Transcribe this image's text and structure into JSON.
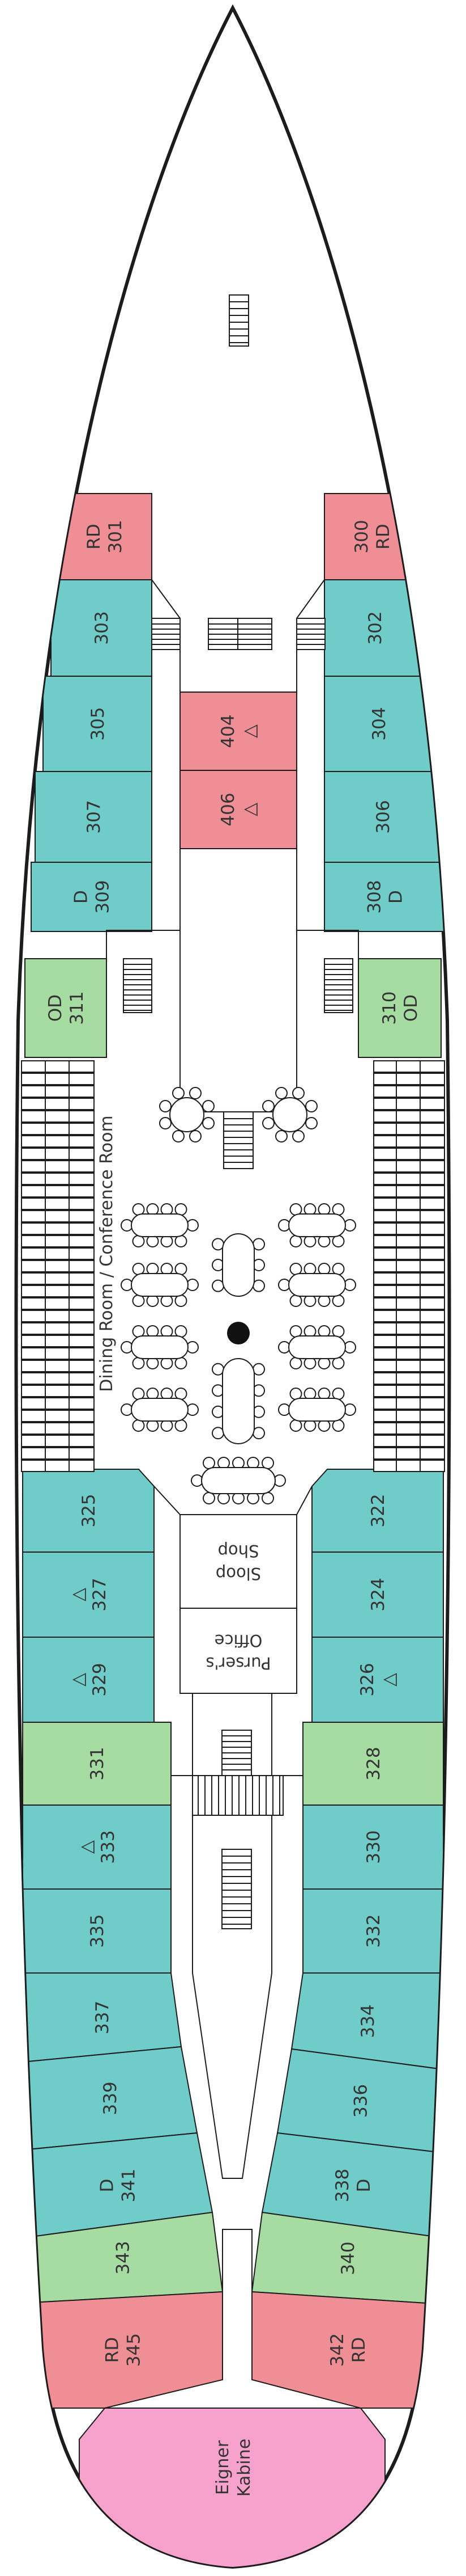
{
  "colors": {
    "teal": "#70ccc9",
    "red": "#ef8f95",
    "green": "#a6dba1",
    "pink": "#f7a1cd",
    "outline": "#1c1c1c",
    "fixture": "#ffffff"
  },
  "cabins": [
    {
      "id": "301",
      "lines": [
        "RD",
        "301"
      ],
      "color": "red"
    },
    {
      "id": "303",
      "lines": [
        "303"
      ],
      "color": "teal"
    },
    {
      "id": "305",
      "lines": [
        "305"
      ],
      "color": "teal"
    },
    {
      "id": "307",
      "lines": [
        "307"
      ],
      "color": "teal"
    },
    {
      "id": "309",
      "lines": [
        "D",
        "309"
      ],
      "color": "teal"
    },
    {
      "id": "311",
      "lines": [
        "OD",
        "311"
      ],
      "color": "green"
    },
    {
      "id": "300",
      "lines": [
        "300",
        "RD"
      ],
      "color": "red"
    },
    {
      "id": "302",
      "lines": [
        "302"
      ],
      "color": "teal"
    },
    {
      "id": "304",
      "lines": [
        "304"
      ],
      "color": "teal"
    },
    {
      "id": "306",
      "lines": [
        "306"
      ],
      "color": "teal"
    },
    {
      "id": "308",
      "lines": [
        "308",
        "D"
      ],
      "color": "teal"
    },
    {
      "id": "310",
      "lines": [
        "310",
        "OD"
      ],
      "color": "green"
    },
    {
      "id": "404",
      "lines": [
        "404",
        "△"
      ],
      "color": "red"
    },
    {
      "id": "406",
      "lines": [
        "406",
        "△"
      ],
      "color": "red"
    },
    {
      "id": "325",
      "lines": [
        "325"
      ],
      "color": "teal"
    },
    {
      "id": "327",
      "lines": [
        "△",
        "327"
      ],
      "color": "teal"
    },
    {
      "id": "329",
      "lines": [
        "△",
        "329"
      ],
      "color": "teal"
    },
    {
      "id": "331",
      "lines": [
        "331"
      ],
      "color": "green"
    },
    {
      "id": "333",
      "lines": [
        "△",
        "333"
      ],
      "color": "teal"
    },
    {
      "id": "335",
      "lines": [
        "335"
      ],
      "color": "teal"
    },
    {
      "id": "337",
      "lines": [
        "337"
      ],
      "color": "teal"
    },
    {
      "id": "339",
      "lines": [
        "339"
      ],
      "color": "teal"
    },
    {
      "id": "341",
      "lines": [
        "D",
        "341"
      ],
      "color": "teal"
    },
    {
      "id": "343",
      "lines": [
        "343"
      ],
      "color": "green"
    },
    {
      "id": "345",
      "lines": [
        "RD",
        "345"
      ],
      "color": "red"
    },
    {
      "id": "322",
      "lines": [
        "322"
      ],
      "color": "teal"
    },
    {
      "id": "324",
      "lines": [
        "324"
      ],
      "color": "teal"
    },
    {
      "id": "326",
      "lines": [
        "326",
        "△"
      ],
      "color": "teal"
    },
    {
      "id": "328",
      "lines": [
        "328"
      ],
      "color": "green"
    },
    {
      "id": "330",
      "lines": [
        "330"
      ],
      "color": "teal"
    },
    {
      "id": "332",
      "lines": [
        "332"
      ],
      "color": "teal"
    },
    {
      "id": "334",
      "lines": [
        "334"
      ],
      "color": "teal"
    },
    {
      "id": "336",
      "lines": [
        "336"
      ],
      "color": "teal"
    },
    {
      "id": "338",
      "lines": [
        "338",
        "D"
      ],
      "color": "teal"
    },
    {
      "id": "340",
      "lines": [
        "340"
      ],
      "color": "green"
    },
    {
      "id": "342",
      "lines": [
        "342",
        "RD"
      ],
      "color": "red"
    }
  ],
  "dining_room_label": "Dining Room / Conference Room",
  "sloop_shop": [
    "Sloop",
    "Shop"
  ],
  "pursers_office": [
    "Purser's",
    "Office"
  ],
  "owner_cabin": [
    "Eigner",
    "Kabine"
  ]
}
